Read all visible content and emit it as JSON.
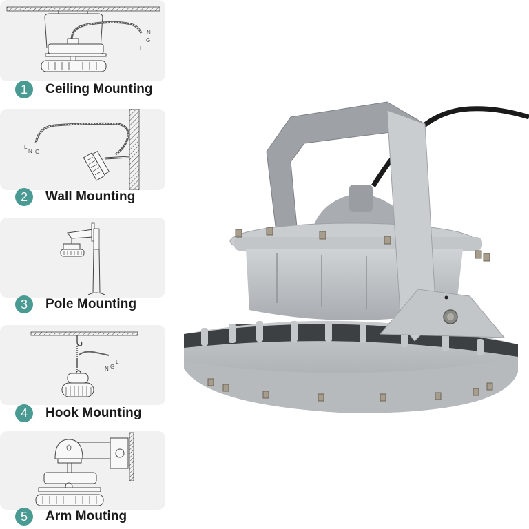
{
  "mounting_options": [
    {
      "number": "1",
      "label": "Ceiling Mounting",
      "wire_labels": [
        "N",
        "G",
        "L"
      ]
    },
    {
      "number": "2",
      "label": "Wall Mounting",
      "wire_labels": [
        "L",
        "N",
        "G"
      ]
    },
    {
      "number": "3",
      "label": "Pole Mounting"
    },
    {
      "number": "4",
      "label": "Hook Mounting",
      "wire_labels": [
        "L",
        "N",
        "G"
      ]
    },
    {
      "number": "5",
      "label": "Arm Mouting"
    }
  ],
  "colors": {
    "badge": "#4a9a94",
    "panel_bg": "#f1f1f1",
    "product_body": "#b8bcc0",
    "product_dark": "#4a4d50",
    "cable": "#1a1a1a"
  },
  "product": {
    "name": "industrial-led-high-bay-light",
    "icon": "led-high-bay-fixture"
  }
}
